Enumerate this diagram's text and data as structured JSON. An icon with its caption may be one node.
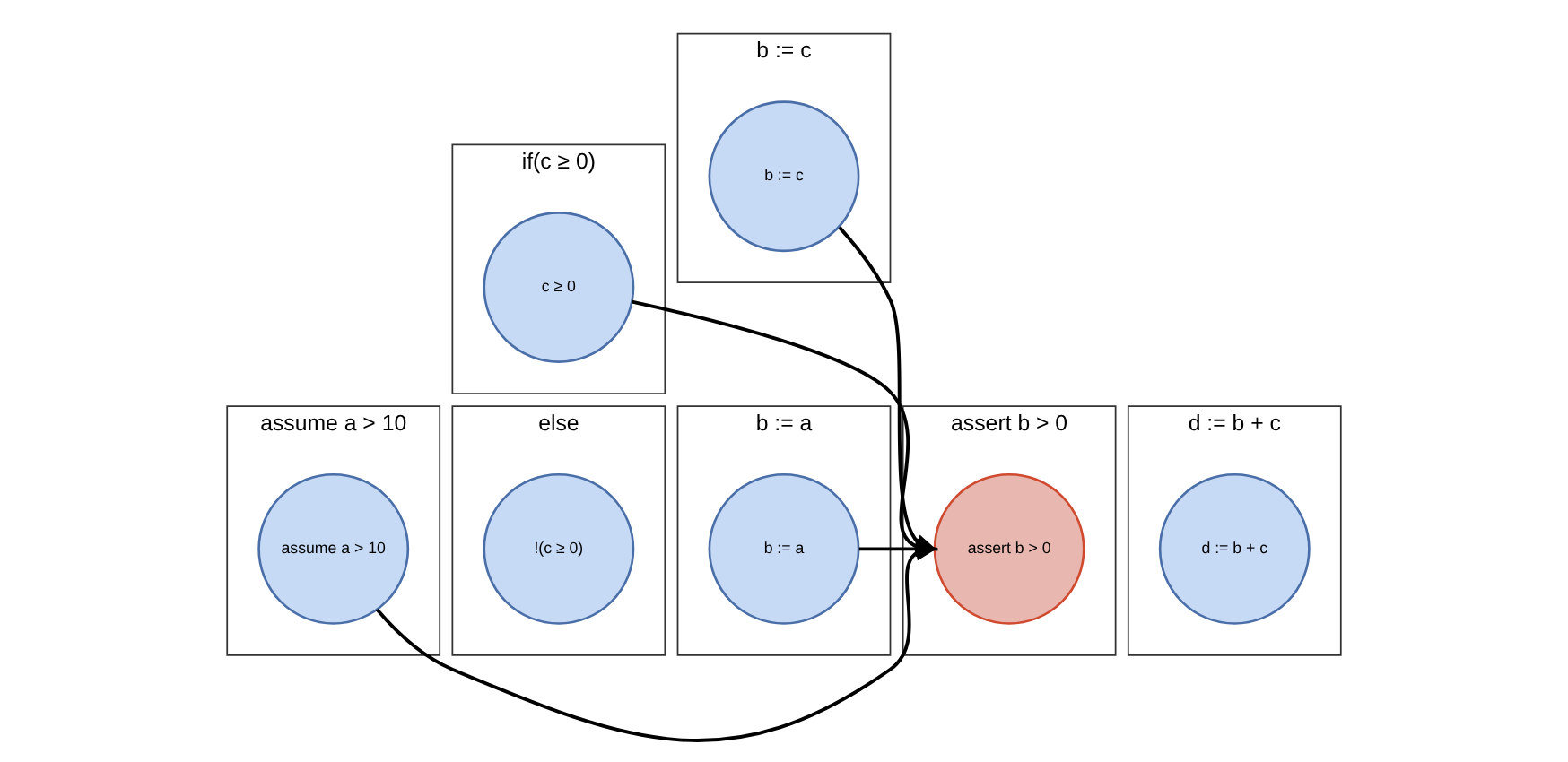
{
  "diagram": {
    "nodes": [
      {
        "text": [
          "assume a > 10"
        ]
      },
      {
        "text": [
          "assume a > 10"
        ],
        "in": 0
      },
      {
        "text": [
          "if(c ≥ 0)"
        ]
      },
      {
        "text": [
          "c ≥ 0"
        ],
        "in": 2
      },
      {
        "text": [
          "b := c"
        ]
      },
      {
        "text": [
          "b := c"
        ],
        "in": 4
      },
      {
        "text": [
          "else"
        ]
      },
      {
        "text": [
          "!(c ≥ 0)"
        ],
        "in": 6
      },
      {
        "text": [
          "b := a"
        ]
      },
      {
        "text": [
          "b := a"
        ],
        "in": 8
      },
      {
        "text": [
          "assert b > 0"
        ]
      },
      {
        "text": [
          "assert b > 0"
        ],
        "in": 10
      },
      {
        "text": [
          "d := b + c"
        ]
      },
      {
        "text": [
          "d := b + c"
        ],
        "in": 12
      }
    ],
    "edges": [
      {
        "from": 1,
        "to": 11,
        "arrow": "to"
      },
      {
        "from": 3,
        "to": 11,
        "arrow": "to"
      },
      {
        "from": 5,
        "to": 11,
        "arrow": "to"
      },
      {
        "from": 9,
        "to": 11,
        "arrow": "to"
      }
    ]
  }
}
